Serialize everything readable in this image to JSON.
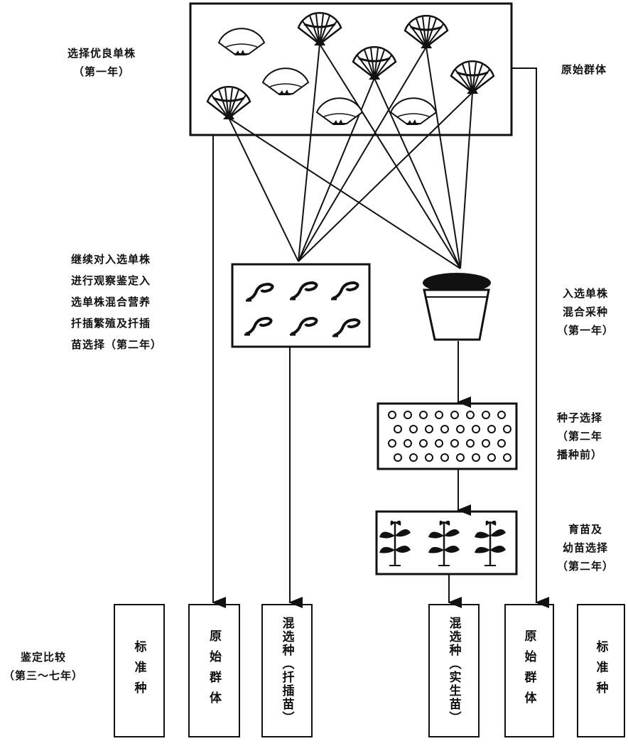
{
  "labels": {
    "select_plants": "选择优良单株",
    "select_plants_year": "（第一年）",
    "original_population": "原始群体",
    "cutting_line1": "继续对入选单株",
    "cutting_line2": "进行观察鉴定入",
    "cutting_line3": "选单株混合营养",
    "cutting_line4": "扦插繁殖及扦插",
    "cutting_line5": "苗选择（第二年）",
    "seed_collect_line1": "入选单株",
    "seed_collect_line2": "混合采种",
    "seed_collect_line3": "（第一年）",
    "seed_select_line1": "种子选择",
    "seed_select_line2": "（第二年",
    "seed_select_line3": "播种前）",
    "seedling_line1": "育苗及",
    "seedling_line2": "幼苗选择",
    "seedling_line3": "（第二年）",
    "compare_line1": "鉴定比较",
    "compare_line2": "（第三～七年）"
  },
  "result_boxes": [
    {
      "text": "标准种"
    },
    {
      "text": "原始群体"
    },
    {
      "text": "混选种（扦插苗）"
    },
    {
      "text": "混选种（实生苗）"
    },
    {
      "text": "原始群体"
    },
    {
      "text": "标准种"
    }
  ]
}
